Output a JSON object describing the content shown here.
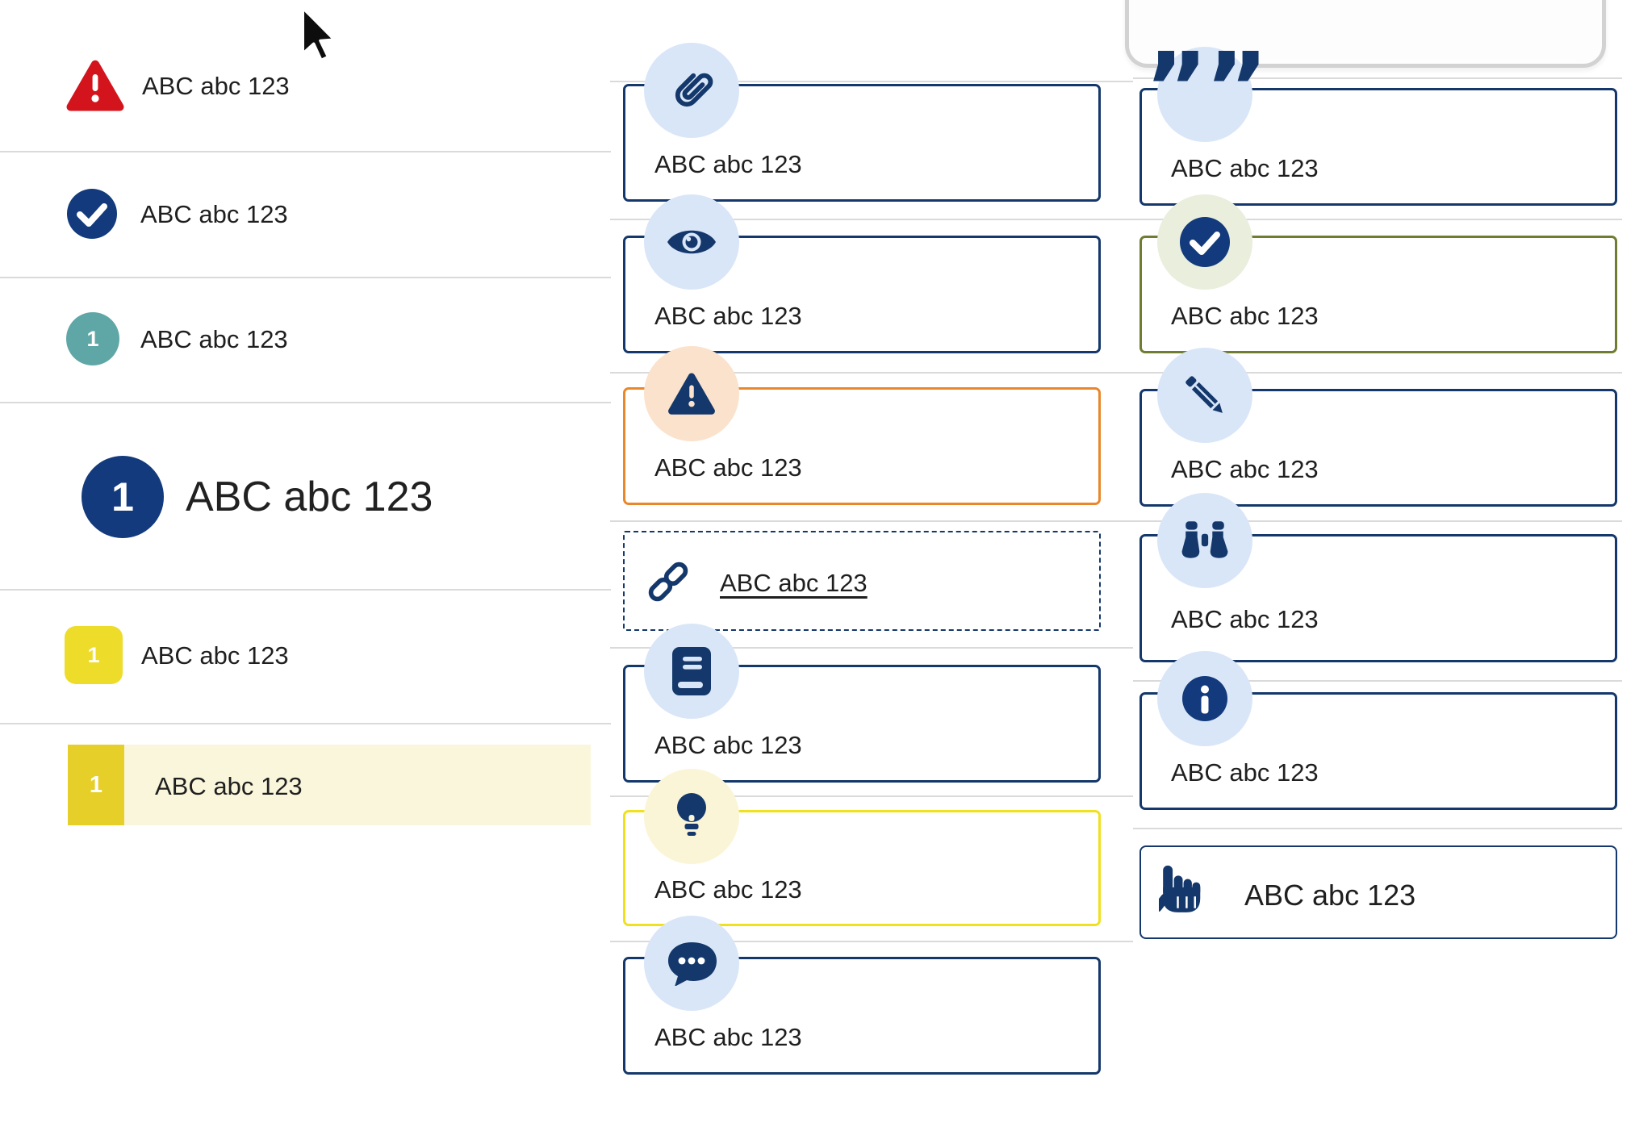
{
  "palette": {
    "navy": "#14386b",
    "navy_circle": "#133a7c",
    "red": "#d3141c",
    "teal": "#5fa7a6",
    "yellow": "#eedc2b",
    "yellow_dark": "#e6cf28",
    "yellow_pale_band": "#faf6dc",
    "bulb_border": "#efe11f",
    "bulb_badge_bg": "#faf5d6",
    "orange": "#e8882b",
    "peach_badge_bg": "#fbe2cc",
    "olive": "#6f7c31",
    "green_badge_bg": "#e9eedd",
    "blue_badge_bg": "#d9e6f8",
    "divider": "#dadada",
    "text": "#1f1f1f",
    "tab_grey": "#d2d2d2"
  },
  "glyphs": {
    "quote": "””"
  },
  "left_list": {
    "items": [
      {
        "icon": "alert-triangle-icon",
        "label": "ABC abc 123"
      },
      {
        "icon": "check-circle-icon",
        "label": "ABC abc 123"
      },
      {
        "icon": "teal-count-badge",
        "badge": "1",
        "label": "ABC abc 123"
      },
      {
        "icon": "navy-count-badge-large",
        "badge": "1",
        "label": "ABC abc 123"
      },
      {
        "icon": "yellow-count-badge",
        "badge": "1",
        "label": "ABC abc 123"
      },
      {
        "icon": "yellow-count-badge-selected",
        "badge": "1",
        "label": "ABC abc 123"
      }
    ]
  },
  "middle_callouts": {
    "items": [
      {
        "icon": "paperclip-icon",
        "label": "ABC abc 123"
      },
      {
        "icon": "eye-icon",
        "label": "ABC abc 123"
      },
      {
        "icon": "warning-icon",
        "label": "ABC abc 123"
      },
      {
        "icon": "link-icon",
        "label": "ABC abc 123"
      },
      {
        "icon": "book-icon",
        "label": "ABC abc 123"
      },
      {
        "icon": "lightbulb-icon",
        "label": "ABC abc 123"
      },
      {
        "icon": "chat-icon",
        "label": "ABC abc 123"
      }
    ]
  },
  "right_callouts": {
    "items": [
      {
        "icon": "quote-icon",
        "label": "ABC abc 123"
      },
      {
        "icon": "check-circle-icon",
        "label": "ABC abc 123"
      },
      {
        "icon": "pencil-icon",
        "label": "ABC abc 123"
      },
      {
        "icon": "binoculars-icon",
        "label": "ABC abc 123"
      },
      {
        "icon": "info-icon",
        "label": "ABC abc 123"
      },
      {
        "icon": "hand-pointer-icon",
        "label": "ABC abc 123"
      }
    ]
  }
}
